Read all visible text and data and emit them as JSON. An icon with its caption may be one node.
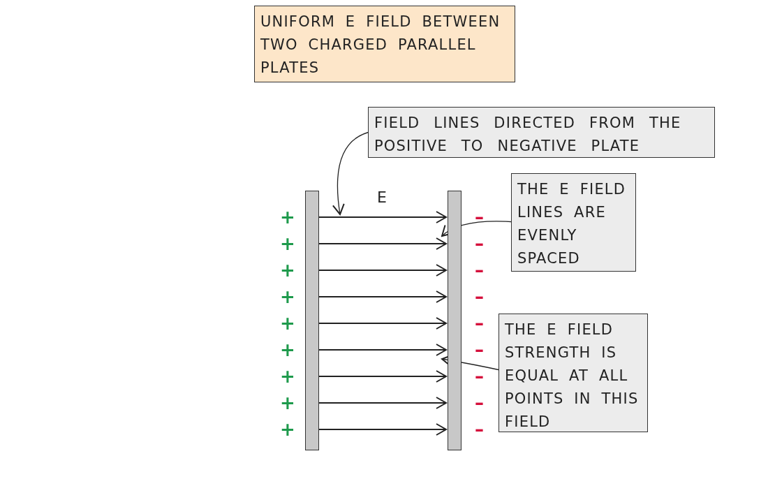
{
  "diagram": {
    "nodes": [
      {
        "text": [
          "UNIFORM E FIELD BETWEEN TWO CHARGED PARALLEL PLATES"
        ]
      },
      {
        "text": [
          "FIELD LINES DIRECTED FROM THE POSITIVE TO NEGATIVE PLATE"
        ]
      },
      {
        "text": [
          "THE E FIELD LINES ARE EVENLY SPACED"
        ]
      },
      {
        "text": [
          "THE E FIELD STRENGTH IS EQUAL AT ALL POINTS IN THIS FIELD"
        ]
      },
      {
        "text": [],
        "shape": "bar"
      },
      {
        "text": [],
        "shape": "bar"
      }
    ],
    "edges": [
      {
        "from": 4,
        "to": 5,
        "arrow": "to"
      },
      {
        "from": 4,
        "to": 5,
        "arrow": "to"
      },
      {
        "from": 4,
        "to": 5,
        "arrow": "to"
      },
      {
        "from": 4,
        "to": 5,
        "arrow": "to"
      },
      {
        "from": 4,
        "to": 5,
        "arrow": "to"
      },
      {
        "from": 4,
        "to": 5,
        "arrow": "to"
      },
      {
        "from": 4,
        "to": 5,
        "arrow": "to"
      },
      {
        "from": 4,
        "to": 5,
        "arrow": "to"
      },
      {
        "from": 4,
        "to": 5,
        "arrow": "to"
      },
      {
        "from": 1,
        "to": null,
        "arrow": "to"
      },
      {
        "from": 2,
        "to": 5,
        "arrow": "to"
      },
      {
        "from": 3,
        "to": 5,
        "arrow": "to"
      }
    ],
    "labels": [
      "E",
      "+",
      "+",
      "+",
      "+",
      "+",
      "+",
      "+",
      "+",
      "+",
      "–",
      "–",
      "–",
      "–",
      "–",
      "–",
      "–",
      "–",
      "–"
    ]
  }
}
